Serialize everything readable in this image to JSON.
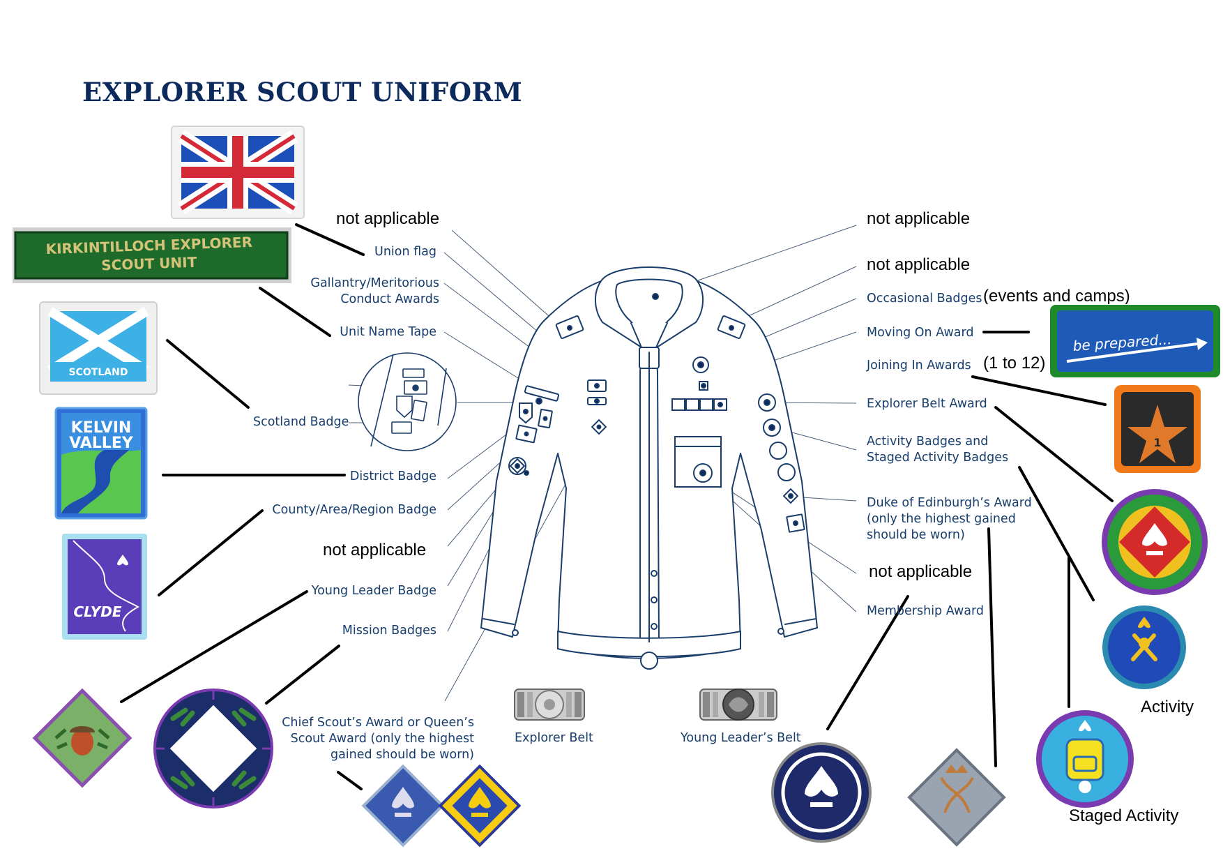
{
  "title": "EXPLORER SCOUT UNIFORM",
  "left_labels": {
    "union_flag": "Union flag",
    "gallantry": [
      "Gallantry/Meritorious",
      "Conduct Awards"
    ],
    "unit_name_tape": "Unit Name Tape",
    "scotland_badge": "Scotland Badge",
    "district_badge": "District Badge",
    "county_badge": "County/Area/Region Badge",
    "young_leader_badge": "Young Leader Badge",
    "mission_badges": "Mission Badges",
    "chief_scout": [
      "Chief Scout’s Award or Queen’s",
      "Scout Award (only the highest",
      "gained should be worn)"
    ]
  },
  "right_labels": {
    "occasional": "Occasional Badges",
    "moving_on": "Moving On Award",
    "joining_in": "Joining In Awards",
    "explorer_belt_award": "Explorer Belt Award",
    "activity": [
      "Activity Badges and",
      "Staged Activity Badges"
    ],
    "dofe": [
      "Duke of Edinburgh’s Award",
      "(only the highest gained",
      "should be worn)"
    ],
    "membership": "Membership Award"
  },
  "not_applicable": "not applicable",
  "notes": {
    "events": "(events and camps)",
    "joining_range": "(1 to 12)"
  },
  "belts": {
    "explorer": "Explorer Belt",
    "young_leader": "Young Leader’s Belt"
  },
  "captions": {
    "activity": "Activity",
    "staged_activity": "Staged Activity"
  },
  "badge_text": {
    "unit_tape_line1": "KIRKINTILLOCH EXPLORER",
    "unit_tape_line2": "SCOUT UNIT",
    "scotland": "SCOTLAND",
    "kelvin_line1": "KELVIN",
    "kelvin_line2": "VALLEY",
    "clyde": "CLYDE",
    "be_prepared": "be prepared...",
    "joining_number": "1"
  },
  "colors": {
    "heading": "#0d2a5c",
    "diagram_line": "#1a3d6a",
    "label_text": "#163d6b",
    "connector": "#000000"
  }
}
